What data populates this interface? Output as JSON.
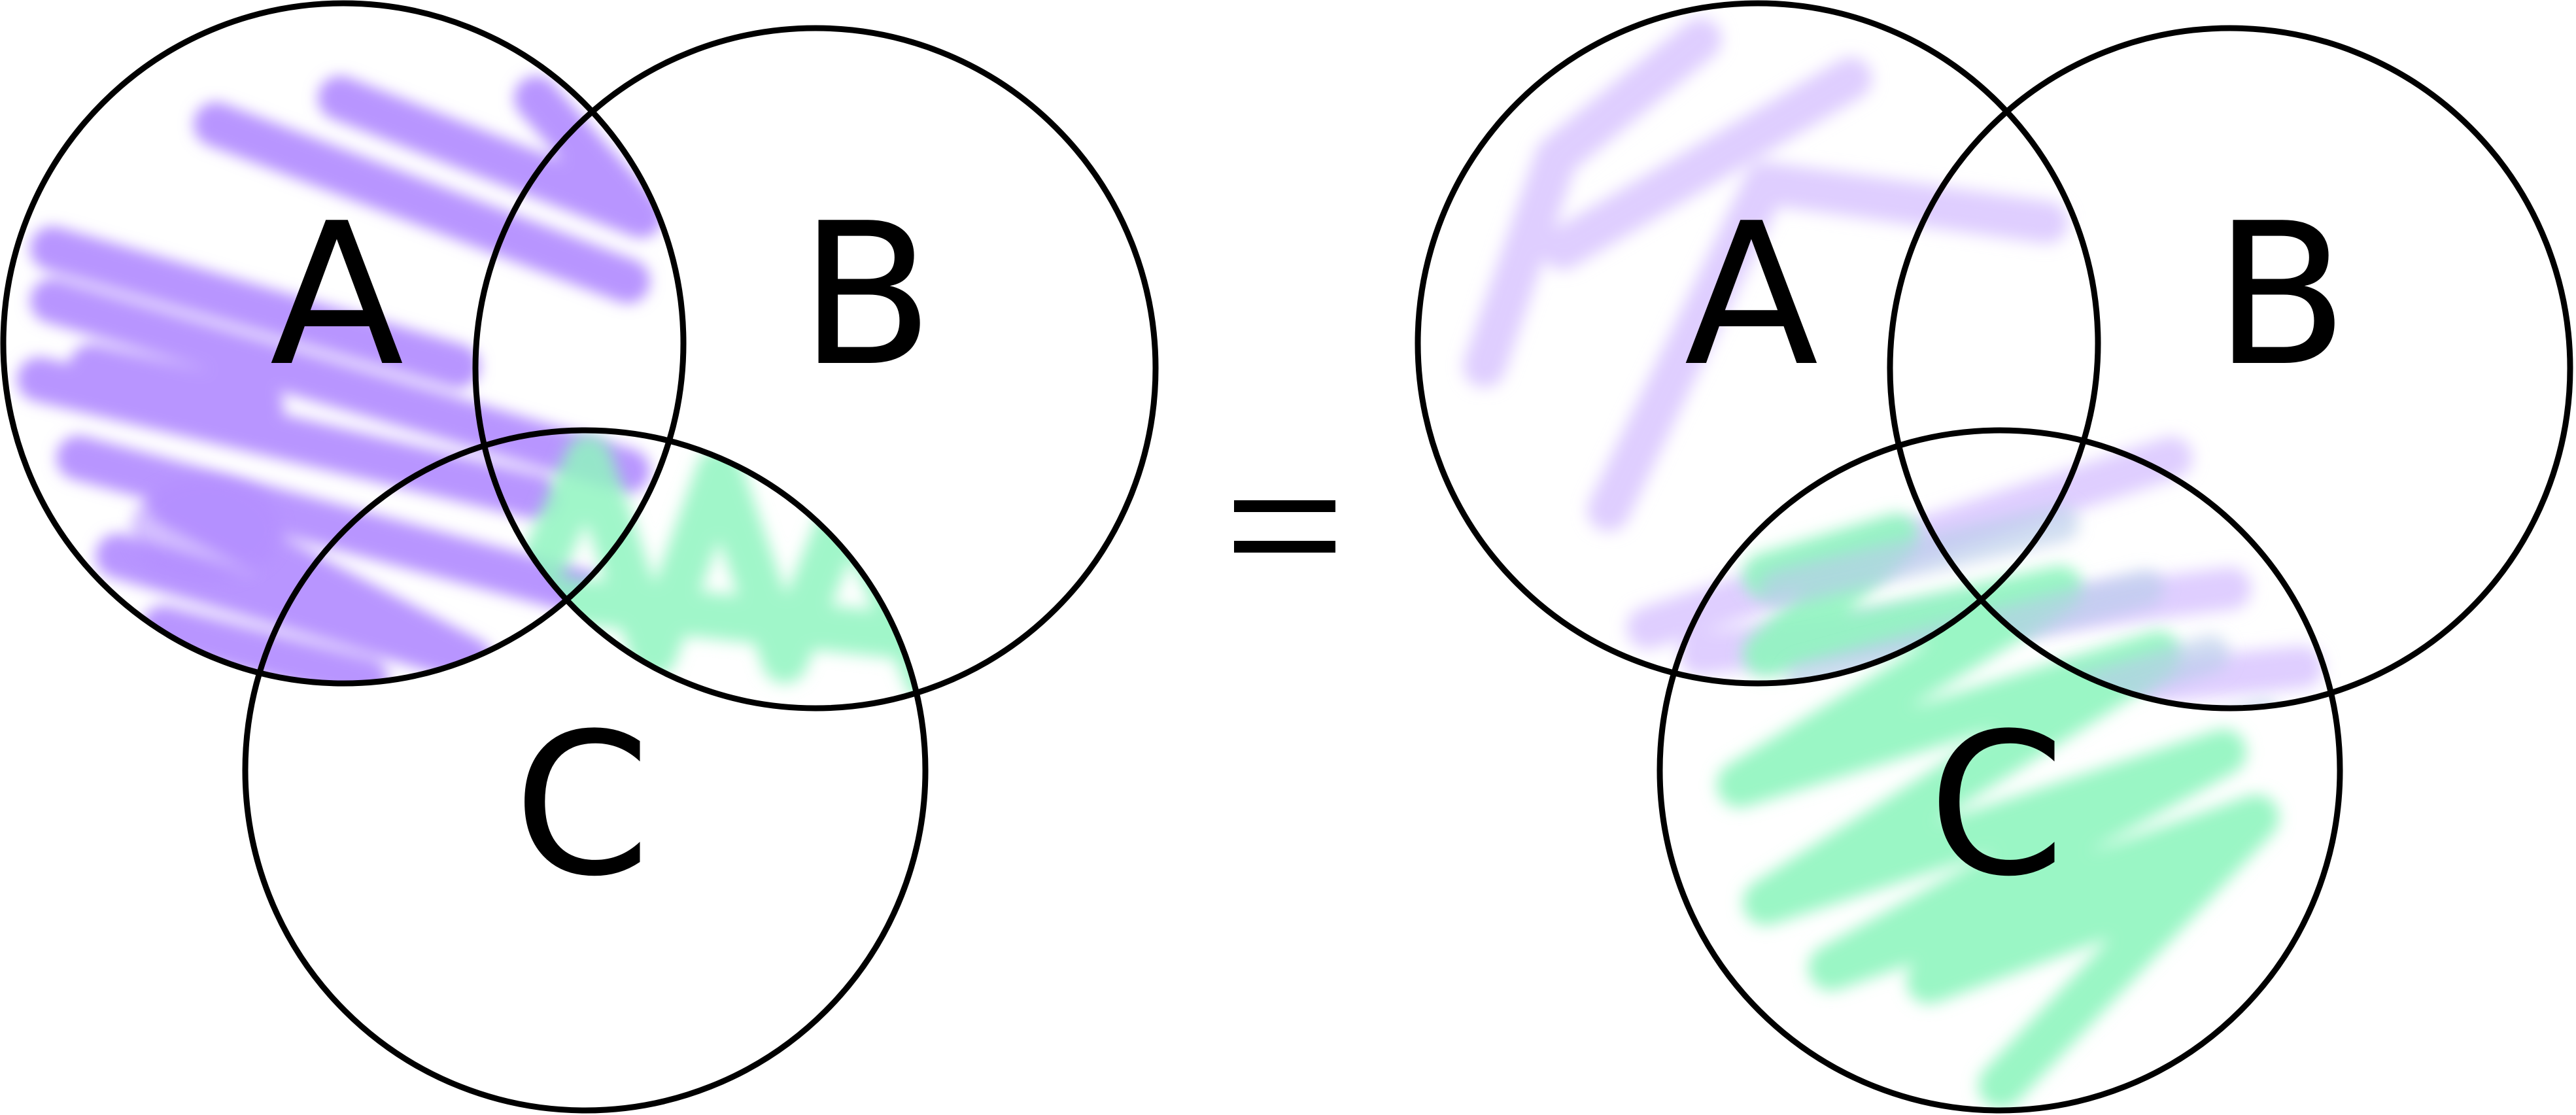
{
  "diagram": {
    "left": {
      "labels": {
        "a": "A",
        "b": "B",
        "c": "C"
      }
    },
    "equals": "=",
    "right": {
      "labels": {
        "a": "A",
        "b": "B",
        "c": "C"
      }
    }
  },
  "colors": {
    "set_a_shade": "#b28cff",
    "b_intersect_c_shade": "#8ff5bf",
    "c_shade": "#8ff5bf",
    "a_union_b_shade": "#ddcbff",
    "overlap_mix": "#b8cdea",
    "outline": "#000000",
    "background": "#ffffff"
  }
}
